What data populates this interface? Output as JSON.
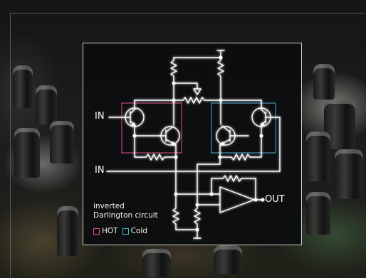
{
  "diagram": {
    "input_hot_label": "IN",
    "input_cold_label": "IN",
    "output_label": "OUT",
    "caption_line1": "inverted",
    "caption_line2": "Darlington circuit",
    "legend_hot": "HOT",
    "legend_cold": "Cold"
  },
  "colors": {
    "hot": "#e04e8e",
    "cold": "#48b3d6",
    "wire": "#ffffff",
    "panel": "#0c0d0e"
  }
}
